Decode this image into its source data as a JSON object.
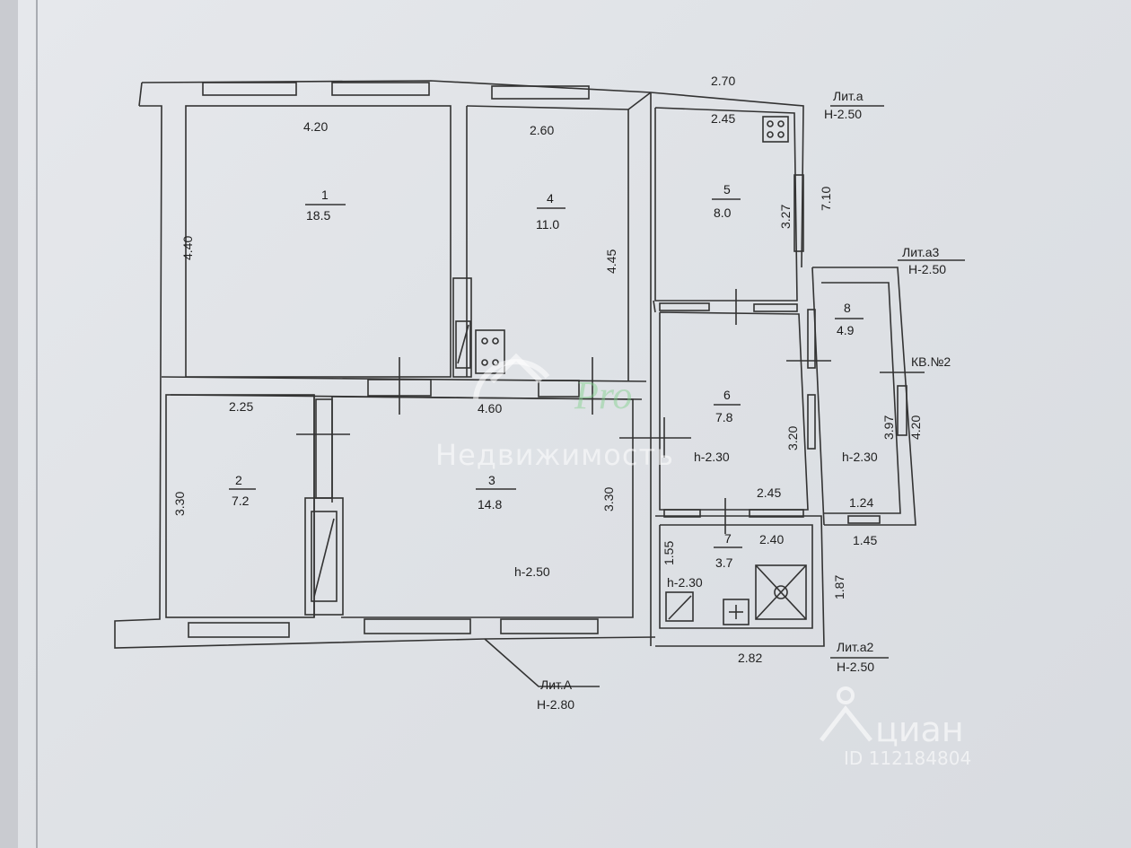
{
  "rooms": [
    {
      "num": "1",
      "area": "18.5"
    },
    {
      "num": "2",
      "area": "7.2"
    },
    {
      "num": "3",
      "area": "14.8"
    },
    {
      "num": "4",
      "area": "11.0"
    },
    {
      "num": "5",
      "area": "8.0"
    },
    {
      "num": "6",
      "area": "7.8"
    },
    {
      "num": "7",
      "area": "3.7"
    },
    {
      "num": "8",
      "area": "4.9"
    }
  ],
  "dims": {
    "top_270": "2.70",
    "r1_w": "4.20",
    "r4_w": "2.60",
    "r5_w": "2.45",
    "r5_h": "3.27",
    "right_710": "7.10",
    "r1_h": "4.40",
    "r4_h": "4.45",
    "r2_w": "2.25",
    "mid_460": "4.60",
    "r2_h": "3.30",
    "r3_h": "3.30",
    "r6_h": "3.20",
    "r6_w": "2.45",
    "r8_h": "3.97",
    "right_420": "4.20",
    "r8_w": "1.24",
    "r8_out": "1.45",
    "r7_h": "1.55",
    "r7_w": "2.40",
    "r7_out_h": "1.87",
    "bottom_282": "2.82"
  },
  "heights": {
    "r3": "h-2.50",
    "r6": "h-2.30",
    "r8": "h-2.30",
    "r7": "h-2.30"
  },
  "labels": {
    "lit_a": "Лит.а",
    "lit_a_h": "Н-2.50",
    "lit_a3": "Лит.а3",
    "lit_a3_h": "Н-2.50",
    "kv": "КВ.№2",
    "lit_a2": "Лит.а2",
    "lit_a2_h": "Н-2.50",
    "lit_A": "Лит.А",
    "lit_A_h": "Н-2.80"
  },
  "watermark": {
    "agency": "Недвижимость",
    "cian": "циан",
    "cian_id": "ID 112184804"
  }
}
